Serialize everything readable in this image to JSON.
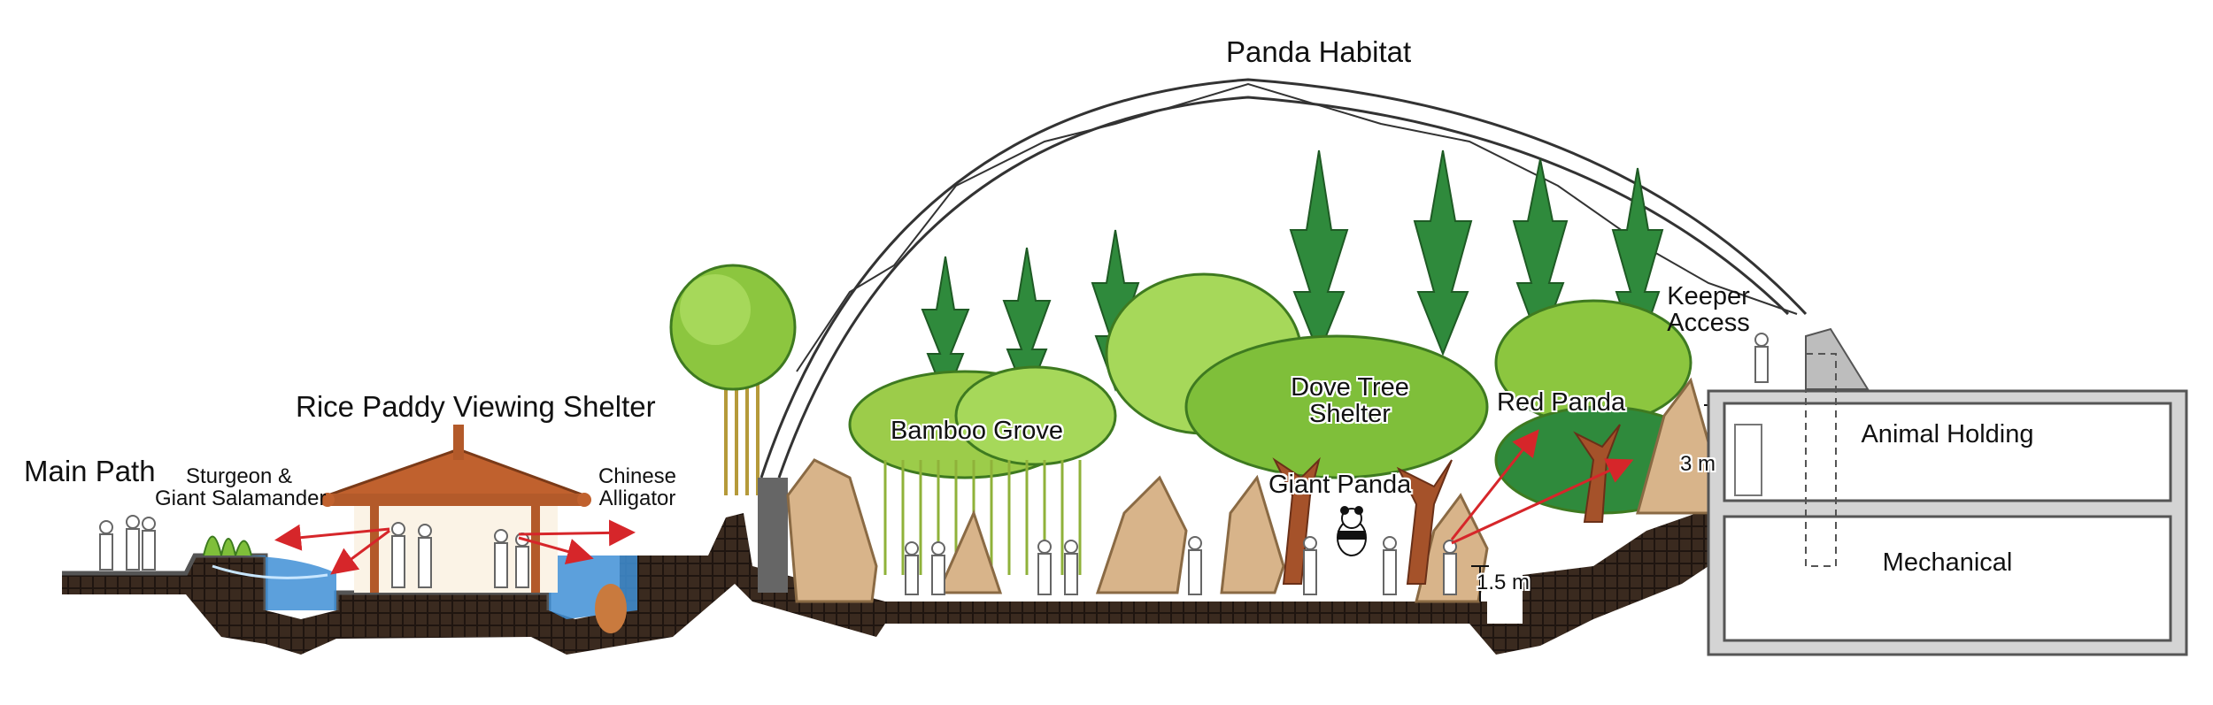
{
  "labels": {
    "panda_habitat": "Panda Habitat",
    "rice_paddy": "Rice Paddy Viewing Shelter",
    "main_path": "Main Path",
    "sturgeon_line1": "Sturgeon &",
    "sturgeon_line2": "Giant Salamander",
    "alligator_line1": "Chinese",
    "alligator_line2": "Alligator",
    "bamboo_grove": "Bamboo Grove",
    "dove_tree_line1": "Dove Tree",
    "dove_tree_line2": "Shelter",
    "red_panda": "Red Panda",
    "giant_panda": "Giant Panda",
    "keeper_line1": "Keeper",
    "keeper_line2": "Access",
    "animal_holding": "Animal Holding",
    "mechanical": "Mechanical",
    "dim_3m": "3 m",
    "dim_1_5m": "1.5 m"
  },
  "colors": {
    "water": "#3f8fd6",
    "soil": "#3a2a1f",
    "foliage_light": "#9ccc4a",
    "foliage_dark": "#2f8a3c",
    "rock": "#d8b48a",
    "building_fill": "#e8e8e8",
    "arrow": "#d6262a",
    "dome_line": "#333333"
  }
}
